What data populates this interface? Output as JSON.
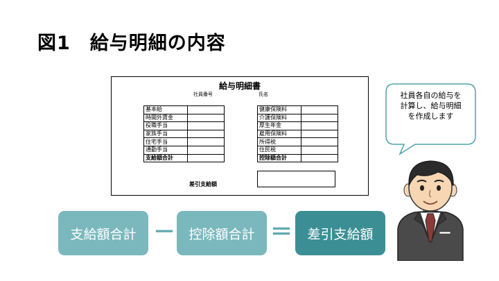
{
  "slide": {
    "title": "図1　給与明細の内容"
  },
  "payslip": {
    "title": "給与明細書",
    "employee_no_label": "社員番号",
    "name_label": "氏名",
    "earnings": [
      "基本給",
      "時間外賃金",
      "役職手当",
      "家族手当",
      "住宅手当",
      "通勤手当",
      "支給額合計"
    ],
    "deductions": [
      "健康保険料",
      "介護保険料",
      "厚生年金",
      "雇用保険料",
      "所得税",
      "住民税",
      "控除額合計"
    ],
    "net_pay_label": "差引支給額"
  },
  "speech_bubble": {
    "lines": [
      "社員各自の給与を",
      "計算し、給与明細",
      "を作成します"
    ]
  },
  "formula": {
    "earnings_total": "支給額合計",
    "minus": "－",
    "deductions_total": "控除額合計",
    "equals": "＝",
    "net_pay": "差引支給額"
  },
  "colors": {
    "pill_light": "#7ab8bd",
    "pill_dark": "#3b8f94",
    "bubble_border": "#4ea3a9"
  },
  "icons": {
    "person": "businessman-illustration"
  }
}
